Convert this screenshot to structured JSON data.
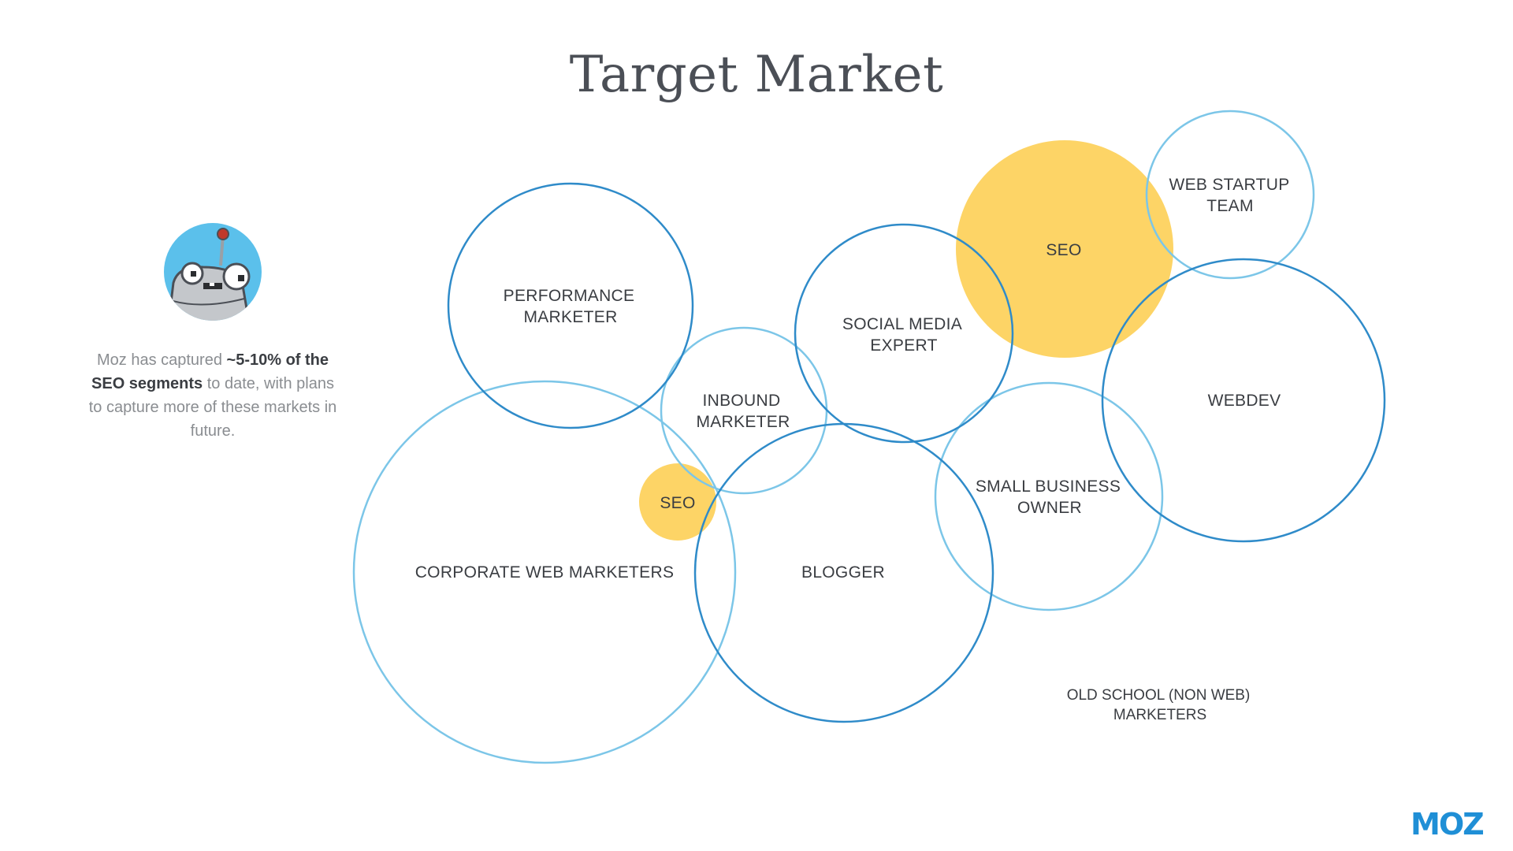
{
  "title": "Target Market",
  "caption": {
    "part1": "Moz has captured ",
    "bold": "~5-10% of the SEO segments",
    "part2": " to date, with plans to capture more of these markets in future."
  },
  "colors": {
    "dark_blue": "#2f8bc9",
    "light_blue": "#7cc6e8",
    "seo_yellow": "#fdd466",
    "moz_blue": "#1f8fd6"
  },
  "icons": {
    "mascot": "roger-robot-icon",
    "logo": "moz-logo"
  },
  "circles": {
    "performance_marketer": {
      "line1": "PERFORMANCE",
      "line2": "MARKETER"
    },
    "inbound_marketer": {
      "line1": "INBOUND",
      "line2": "MARKETER"
    },
    "corporate_web_marketers": {
      "line1": "CORPORATE WEB MARKETERS"
    },
    "blogger": {
      "line1": "BLOGGER"
    },
    "seo_small": {
      "line1": "SEO"
    },
    "social_media_expert": {
      "line1": "SOCIAL MEDIA",
      "line2": "EXPERT"
    },
    "seo_large": {
      "line1": "SEO"
    },
    "web_startup_team": {
      "line1": "WEB STARTUP",
      "line2": "TEAM"
    },
    "webdev": {
      "line1": "WEBDEV"
    },
    "small_business_owner": {
      "line1": "SMALL BUSINESS",
      "line2": "OWNER"
    }
  },
  "old_school": {
    "line1": "OLD SCHOOL (NON WEB)",
    "line2": "MARKETERS"
  },
  "logo_text": "MOZ"
}
